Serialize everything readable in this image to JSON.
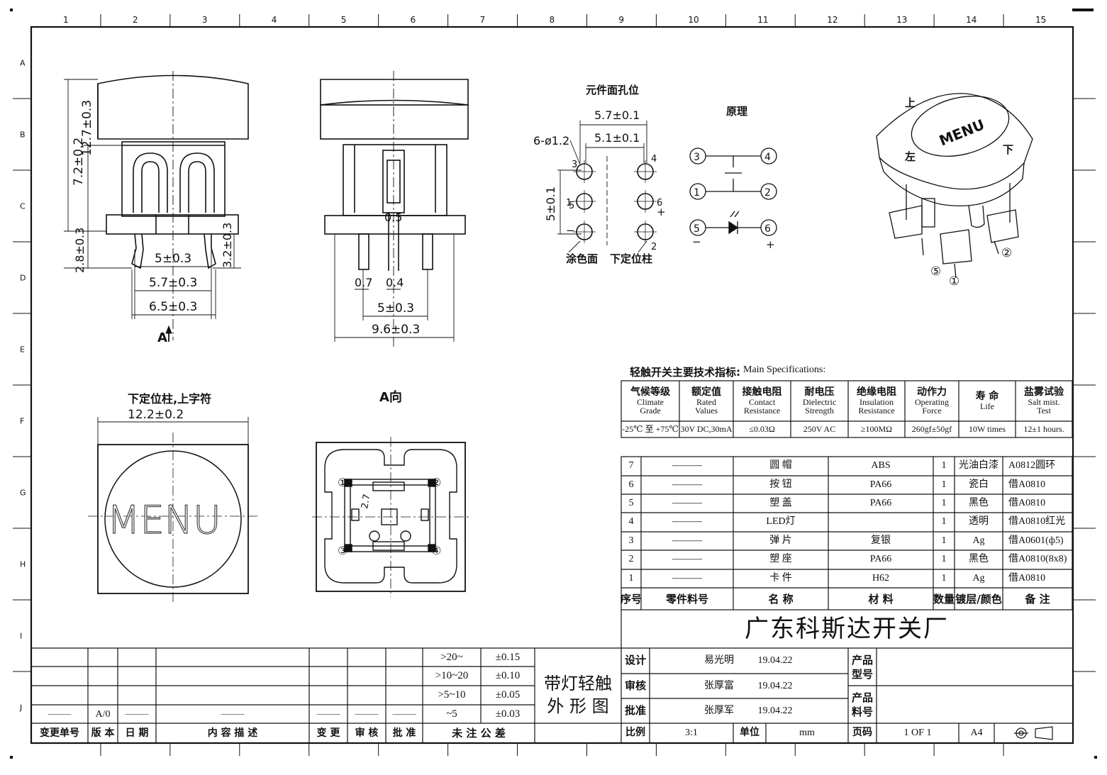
{
  "grid": {
    "columns": [
      "1",
      "2",
      "3",
      "4",
      "5",
      "6",
      "7",
      "8",
      "9",
      "10",
      "11",
      "12",
      "13",
      "14",
      "15"
    ],
    "rows": [
      "A",
      "B",
      "C",
      "D",
      "E",
      "F",
      "G",
      "H",
      "I",
      "J"
    ]
  },
  "views": {
    "front_dims": {
      "height_total": "12.7±0.3",
      "height_body": "7.2±0.2",
      "pin_top": "2.8±0.3",
      "pin_side": "3.2±0.3",
      "pitch_inner": "5±0.3",
      "pitch_mid": "5.7±0.3",
      "pitch_outer": "6.5±0.3",
      "view_arrow": "A"
    },
    "side_dims": {
      "center": "0.5",
      "pin_a": "0.7",
      "pin_b": "0.4",
      "pitch": "5±0.3",
      "width": "9.6±0.3"
    },
    "holes": {
      "title": "元件面孔位",
      "w_outer": "5.7±0.1",
      "w_inner": "5.1±0.1",
      "hole": "6-ø1.2",
      "height": "5±0.1",
      "n3": "3",
      "n1": "1",
      "n5": "5",
      "n4": "4",
      "n6": "6",
      "n2": "2",
      "plus": "+",
      "minus": "−",
      "paint_face": "涂色面",
      "locating_post": "下定位柱"
    },
    "schematic": {
      "title": "原理",
      "pins": [
        "3",
        "4",
        "1",
        "2",
        "5",
        "6"
      ],
      "plus": "+",
      "minus": "−"
    },
    "iso": {
      "cap_text": "MENU",
      "up": "上",
      "left": "左",
      "down": "下",
      "pins": [
        "⑤",
        "①",
        "②"
      ]
    },
    "top_view": {
      "title": "下定位柱,上字符",
      "width": "12.2±0.2",
      "text": "MENU"
    },
    "bottom_view": {
      "title": "A向",
      "dim": "2.7",
      "pins": [
        "①",
        "②",
        "③",
        "④"
      ]
    }
  },
  "specs": {
    "title_zh": "轻触开关主要技术指标:",
    "title_en": "Main Specifications:",
    "headers": [
      {
        "zh": "气候等级",
        "en1": "Climate",
        "en2": "Grade"
      },
      {
        "zh": "额定值",
        "en1": "Rated",
        "en2": "Values"
      },
      {
        "zh": "接触电阻",
        "en1": "Contact",
        "en2": "Resistance"
      },
      {
        "zh": "耐电压",
        "en1": "Dielectric",
        "en2": "Strength"
      },
      {
        "zh": "绝缘电阻",
        "en1": "Insulation",
        "en2": "Resistance"
      },
      {
        "zh": "动作力",
        "en1": "Operating",
        "en2": "Force"
      },
      {
        "zh": "寿 命",
        "en1": "Life",
        "en2": ""
      },
      {
        "zh": "盐雾试验",
        "en1": "Salt mist.",
        "en2": "Test"
      }
    ],
    "values": [
      "-25℃ 至 +75℃",
      "30V DC,30mA",
      "≤0.03Ω",
      "250V AC",
      "≥100MΩ",
      "260gf±50gf",
      "10W times",
      "12±1 hours."
    ]
  },
  "bom": {
    "rows": [
      {
        "no": "7",
        "part": "———",
        "name": "圆 帽",
        "material": "ABS",
        "qty": "1",
        "finish": "光油白漆",
        "note": "A0812圆环"
      },
      {
        "no": "6",
        "part": "———",
        "name": "按 钮",
        "material": "PA66",
        "qty": "1",
        "finish": "瓷白",
        "note": "借A0810"
      },
      {
        "no": "5",
        "part": "———",
        "name": "塑 盖",
        "material": "PA66",
        "qty": "1",
        "finish": "黑色",
        "note": "借A0810"
      },
      {
        "no": "4",
        "part": "———",
        "name": "LED灯",
        "material": "",
        "qty": "1",
        "finish": "透明",
        "note": "借A0810红光"
      },
      {
        "no": "3",
        "part": "———",
        "name": "弹 片",
        "material": "复银",
        "qty": "1",
        "finish": "Ag",
        "note": "借A0601(ф5)"
      },
      {
        "no": "2",
        "part": "———",
        "name": "塑 座",
        "material": "PA66",
        "qty": "1",
        "finish": "黑色",
        "note": "借A0810(8x8)"
      },
      {
        "no": "1",
        "part": "———",
        "name": "卡 件",
        "material": "H62",
        "qty": "1",
        "finish": "Ag",
        "note": "借A0810"
      }
    ],
    "header": {
      "no": "序号",
      "part": "零件料号",
      "name": "名 称",
      "material": "材 料",
      "qty": "数量",
      "finish": "镀层/颜色",
      "note": "备 注"
    }
  },
  "company": "广东科斯达开关厂",
  "revision_block": {
    "headers": [
      "变更单号",
      "版 本",
      "日 期",
      "内 容 描 述",
      "变 更",
      "审 核",
      "批 准"
    ],
    "version": "A/0",
    "dash": "———"
  },
  "tolerances": {
    "rows": [
      {
        "range": ">20~",
        "tol": "±0.15"
      },
      {
        "range": ">10~20",
        "tol": "±0.10"
      },
      {
        "range": ">5~10",
        "tol": "±0.05"
      },
      {
        "range": "~5",
        "tol": "±0.03"
      }
    ],
    "footer": "未 注 公 差"
  },
  "product_title": {
    "line1": "带灯轻触",
    "line2": "外 形 图"
  },
  "signoff": {
    "rows": [
      {
        "role": "设计",
        "name": "易光明",
        "date": "19.04.22"
      },
      {
        "role": "审核",
        "name": "张厚富",
        "date": "19.04.22"
      },
      {
        "role": "批准",
        "name": "张厚军",
        "date": "19.04.22"
      }
    ],
    "product_model": "产品型号",
    "product_part": "产品料号"
  },
  "footer_info": {
    "scale_label": "比例",
    "scale": "3:1",
    "unit_label": "单位",
    "unit": "mm",
    "page_label": "页码",
    "page": "1 OF 1",
    "size": "A4"
  }
}
